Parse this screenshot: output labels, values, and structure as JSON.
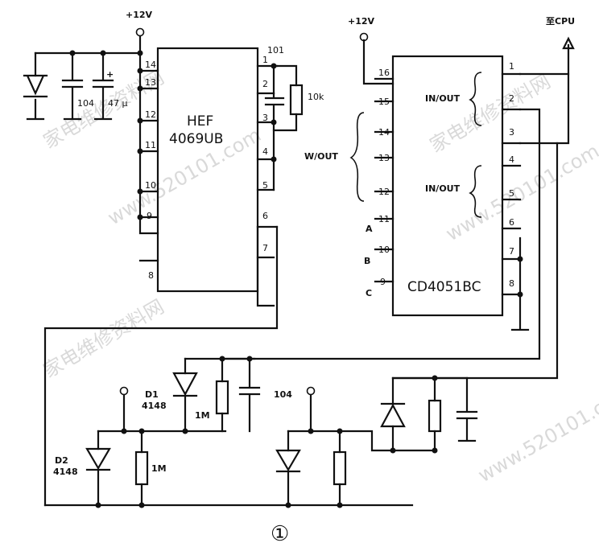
{
  "supply_left": "+12V",
  "supply_right": "+12V",
  "to_cpu": "至CPU",
  "ic1": {
    "name_line1": "HEF",
    "name_line2": "4069UB",
    "pins": [
      "14",
      "13",
      "12",
      "11",
      "10",
      "9",
      "8",
      "1",
      "2",
      "3",
      "4",
      "5",
      "6",
      "7"
    ]
  },
  "ic2": {
    "name": "CD4051BC",
    "pins_left": [
      "16",
      "15",
      "14",
      "13",
      "12",
      "11",
      "10",
      "9"
    ],
    "pins_right": [
      "1",
      "2",
      "3",
      "4",
      "5",
      "6",
      "7",
      "8"
    ],
    "ctrl": [
      "A",
      "B",
      "C"
    ],
    "in_out_1": "IN/OUT",
    "in_out_2": "IN/OUT",
    "w_out": "W/OUT"
  },
  "cap_104": "104",
  "cap_47u": "47 μ",
  "plus_sign": "+",
  "cap_101": "101",
  "res_10k": "10k",
  "d1_name": "D1",
  "d1_part": "4148",
  "d2_name": "D2",
  "d2_part": "4148",
  "res_1m_a": "1M",
  "res_1m_b": "1M",
  "cap_104_b": "104",
  "figure_num": "①",
  "watermarks": [
    "家电维修资料网",
    "www.520101.com",
    "家电维修资料网",
    "www.520101.com",
    "家电维修资料网",
    "www.520101.com"
  ]
}
